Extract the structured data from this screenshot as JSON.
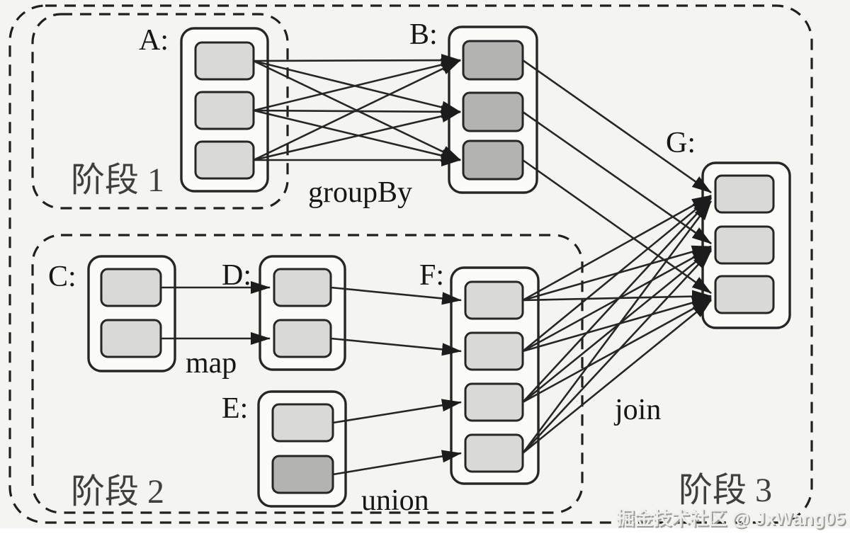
{
  "diagram": {
    "title_implicit": "Spark RDD stage dependency diagram",
    "stages": [
      {
        "id": "stage-1",
        "label": "阶段 1"
      },
      {
        "id": "stage-2",
        "label": "阶段 2"
      },
      {
        "id": "stage-3",
        "label": "阶段 3"
      }
    ],
    "rdds": [
      {
        "id": "A",
        "label": "A:",
        "partitions": 3,
        "stage": "stage-1",
        "partition_shades": [
          "light",
          "light",
          "light"
        ]
      },
      {
        "id": "B",
        "label": "B:",
        "partitions": 3,
        "partition_shades": [
          "medium",
          "medium",
          "medium"
        ]
      },
      {
        "id": "C",
        "label": "C:",
        "partitions": 2,
        "stage": "stage-2",
        "partition_shades": [
          "light",
          "light"
        ]
      },
      {
        "id": "D",
        "label": "D:",
        "partitions": 2,
        "stage": "stage-2",
        "partition_shades": [
          "light",
          "light"
        ]
      },
      {
        "id": "E",
        "label": "E:",
        "partitions": 2,
        "stage": "stage-2",
        "partition_shades": [
          "light",
          "medium"
        ]
      },
      {
        "id": "F",
        "label": "F:",
        "partitions": 4,
        "stage": "stage-2",
        "partition_shades": [
          "light",
          "light",
          "light",
          "light"
        ]
      },
      {
        "id": "G",
        "label": "G:",
        "partitions": 3,
        "partition_shades": [
          "light",
          "light",
          "light"
        ]
      }
    ],
    "operations": [
      {
        "label": "groupBy",
        "from": [
          "A"
        ],
        "to": "B",
        "mapping": "each partition of A to every partition of B"
      },
      {
        "label": "map",
        "from": [
          "C"
        ],
        "to": "D",
        "mapping": "C1→D1, C2→D2"
      },
      {
        "label": "union",
        "from": [
          "D",
          "E"
        ],
        "to": "F",
        "mapping": "D1→F1, D2→F2, E1→F3, E2→F4"
      },
      {
        "label": "join",
        "from": [
          "B",
          "F"
        ],
        "to": "G",
        "mapping": "B and every partition of F to partitions of G"
      }
    ]
  },
  "watermark": {
    "text": "掘金技术社区 @ JxWang05"
  },
  "colors": {
    "background": "#f4f4f1",
    "page_white": "#ffffff",
    "stroke": "#262626",
    "container_fill": "#fbfbf8",
    "partition_light": "#d9d9d7",
    "partition_medium": "#b3b3b1",
    "dash_stroke": "#1f1f1f",
    "label_dark": "#161616",
    "stage_label": "#3f3f3f",
    "watermark_light": "#eeeeea",
    "watermark_shadow": "#9b9b98"
  }
}
